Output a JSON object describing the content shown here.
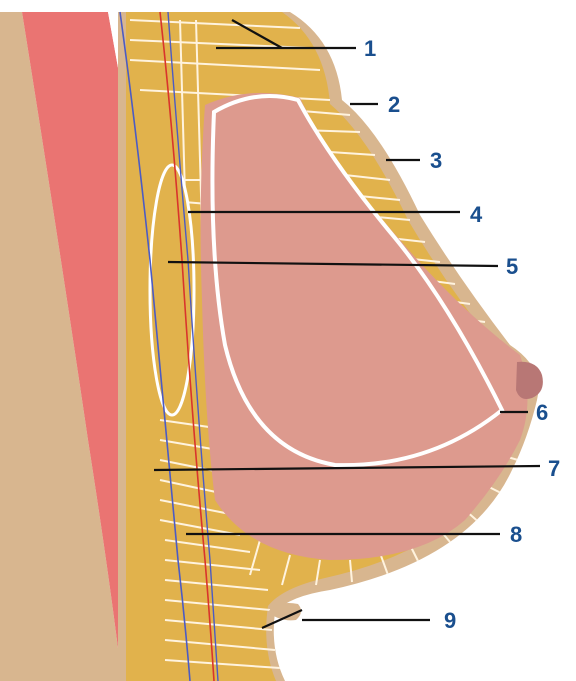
{
  "colors": {
    "background": "#ffffff",
    "chest_wall": "#d8b68f",
    "pectoral_muscle": "#ea7472",
    "fat": "#e1b24c",
    "gland": "#dd9a8e",
    "skin": "#d8b68f",
    "nipple": "#b87775",
    "septa": "#fff3de",
    "label_number": "#1a4f8e",
    "leader_line": "#111111",
    "vessel_red": "#d9342c",
    "vessel_blue": "#4b5bc4"
  },
  "labels": [
    {
      "id": "1",
      "text": "1"
    },
    {
      "id": "2",
      "text": "2"
    },
    {
      "id": "3",
      "text": "3"
    },
    {
      "id": "4",
      "text": "4"
    },
    {
      "id": "5",
      "text": "5"
    },
    {
      "id": "6",
      "text": "6"
    },
    {
      "id": "7",
      "text": "7"
    },
    {
      "id": "8",
      "text": "8"
    },
    {
      "id": "9",
      "text": "9"
    }
  ]
}
